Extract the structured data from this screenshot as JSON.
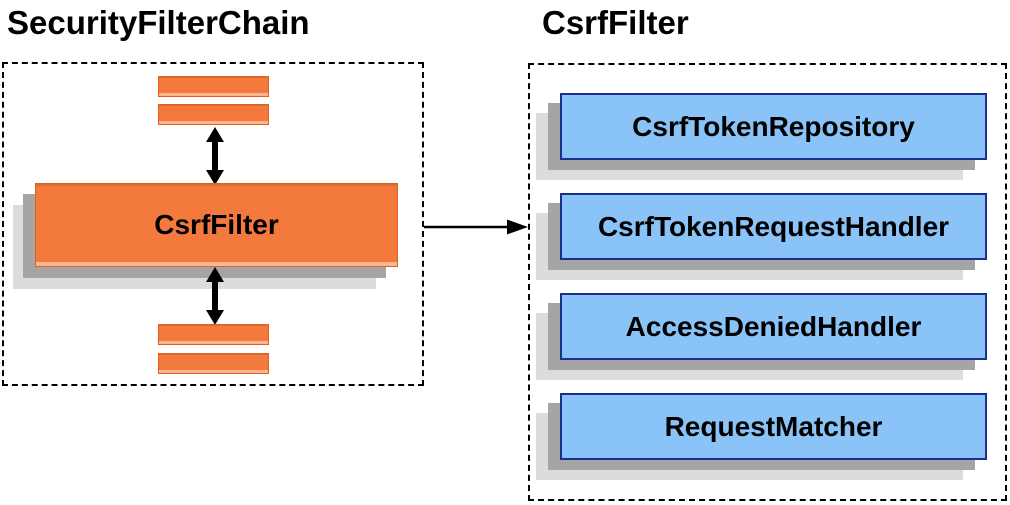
{
  "diagram": {
    "left_panel": {
      "title": "SecurityFilterChain",
      "filter_node_label": "CsrfFilter"
    },
    "right_panel": {
      "title": "CsrfFilter",
      "components": [
        {
          "label": "CsrfTokenRepository"
        },
        {
          "label": "CsrfTokenRequestHandler"
        },
        {
          "label": "AccessDeniedHandler"
        },
        {
          "label": "RequestMatcher"
        }
      ]
    },
    "colors": {
      "orange_fill": "#F4793D",
      "orange_border": "#E0601F",
      "blue_fill": "#8AC3F7",
      "blue_border": "#1B2F8A",
      "shadow_dark": "#A5A5A5",
      "shadow_light": "#DCDCDC",
      "line": "#000000",
      "background": "#FFFFFF",
      "text": "#000000"
    }
  }
}
